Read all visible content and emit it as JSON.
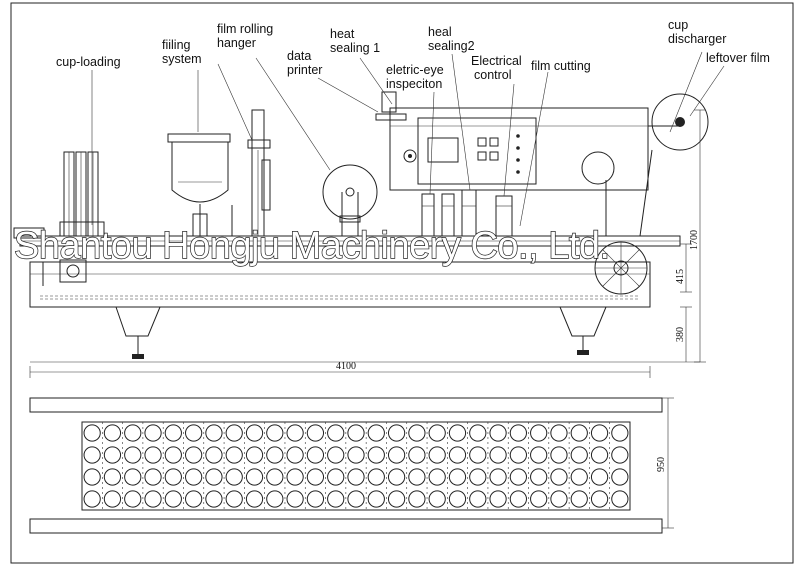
{
  "labels": {
    "cup_loading": "cup-loading",
    "filling_system_1": "fiiling",
    "filling_system_2": "system",
    "film_rolling_hanger_1": "film rolling",
    "film_rolling_hanger_2": "hanger",
    "data_printer_1": "data",
    "data_printer_2": "printer",
    "heat_sealing_1_a": "heat",
    "heat_sealing_1_b": "sealing 1",
    "heat_sealing_2_a": "heal",
    "heat_sealing_2_b": "sealing2",
    "eye_inspection_1": "eletric-eye",
    "eye_inspection_2": "inspeciton",
    "electrical_control_1": "Electrical",
    "electrical_control_2": "control",
    "film_cutting": "film cutting",
    "cup_discharger_1": "cup",
    "cup_discharger_2": "discharger",
    "leftover_film": "leftover film"
  },
  "dimensions": {
    "total_height": "1700",
    "table_height": "415",
    "leg_height": "380",
    "total_length": "4100",
    "width": "950"
  },
  "watermark": "Shantou Hongju Machinery Co., Ltd.",
  "mold_plate": {
    "rows": 4,
    "columns": 27
  }
}
